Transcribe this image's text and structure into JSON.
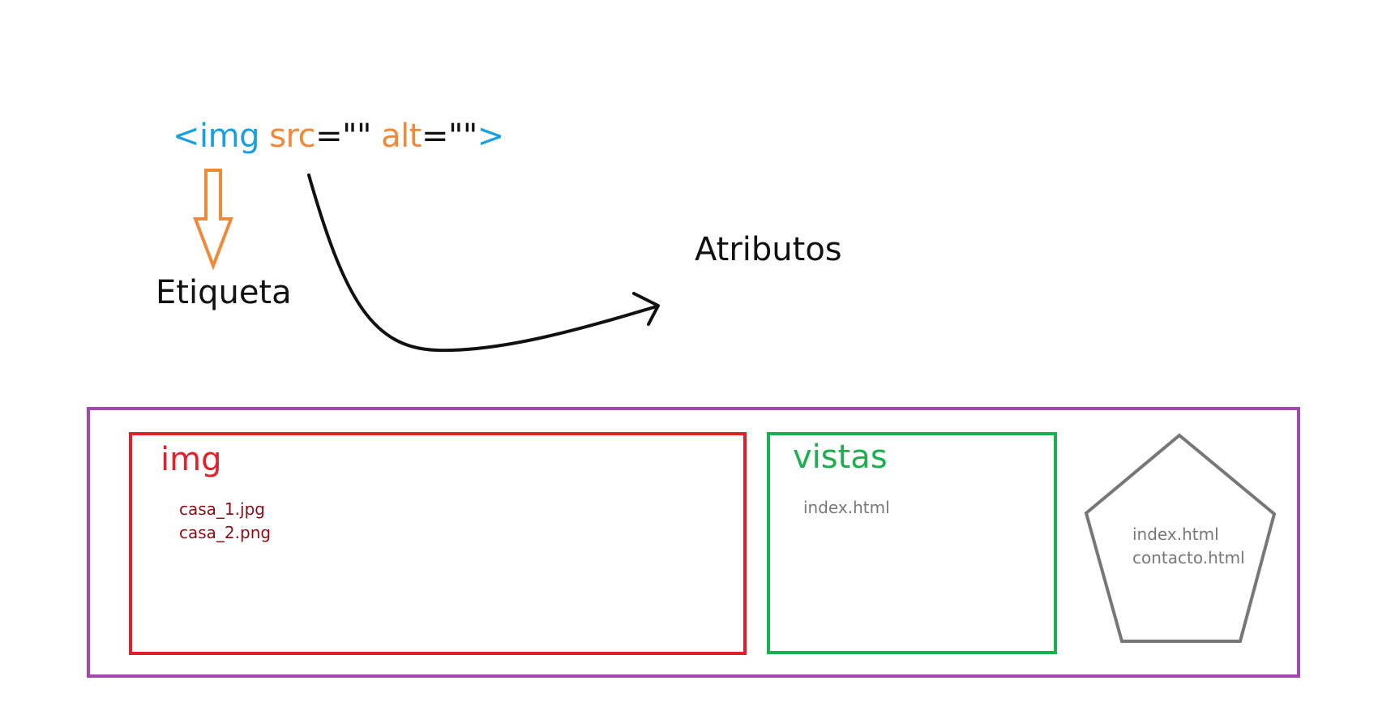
{
  "code": {
    "open": "<img",
    "attr1": "src",
    "equals1": "=\"\"",
    "attr2": "alt",
    "equals2": "=\"\"",
    "close": ">"
  },
  "labels": {
    "tag": "Etiqueta",
    "attributes": "Atributos"
  },
  "folders": {
    "img": {
      "title": "img",
      "files": [
        "casa_1.jpg",
        "casa_2.png"
      ]
    },
    "vistas": {
      "title": "vistas",
      "files": [
        "index.html"
      ]
    },
    "pentagon": {
      "files": [
        "index.html",
        "contacto.html"
      ]
    }
  },
  "colors": {
    "tag": "#1aa0e0",
    "attribute": "#f08a3a",
    "arrow_down": "#f08a3a",
    "outer_box": "#a24aac",
    "img_folder": "#e0202a",
    "img_files": "#8b0d15",
    "vistas_folder": "#1bb04e",
    "pentagon": "#777777"
  }
}
